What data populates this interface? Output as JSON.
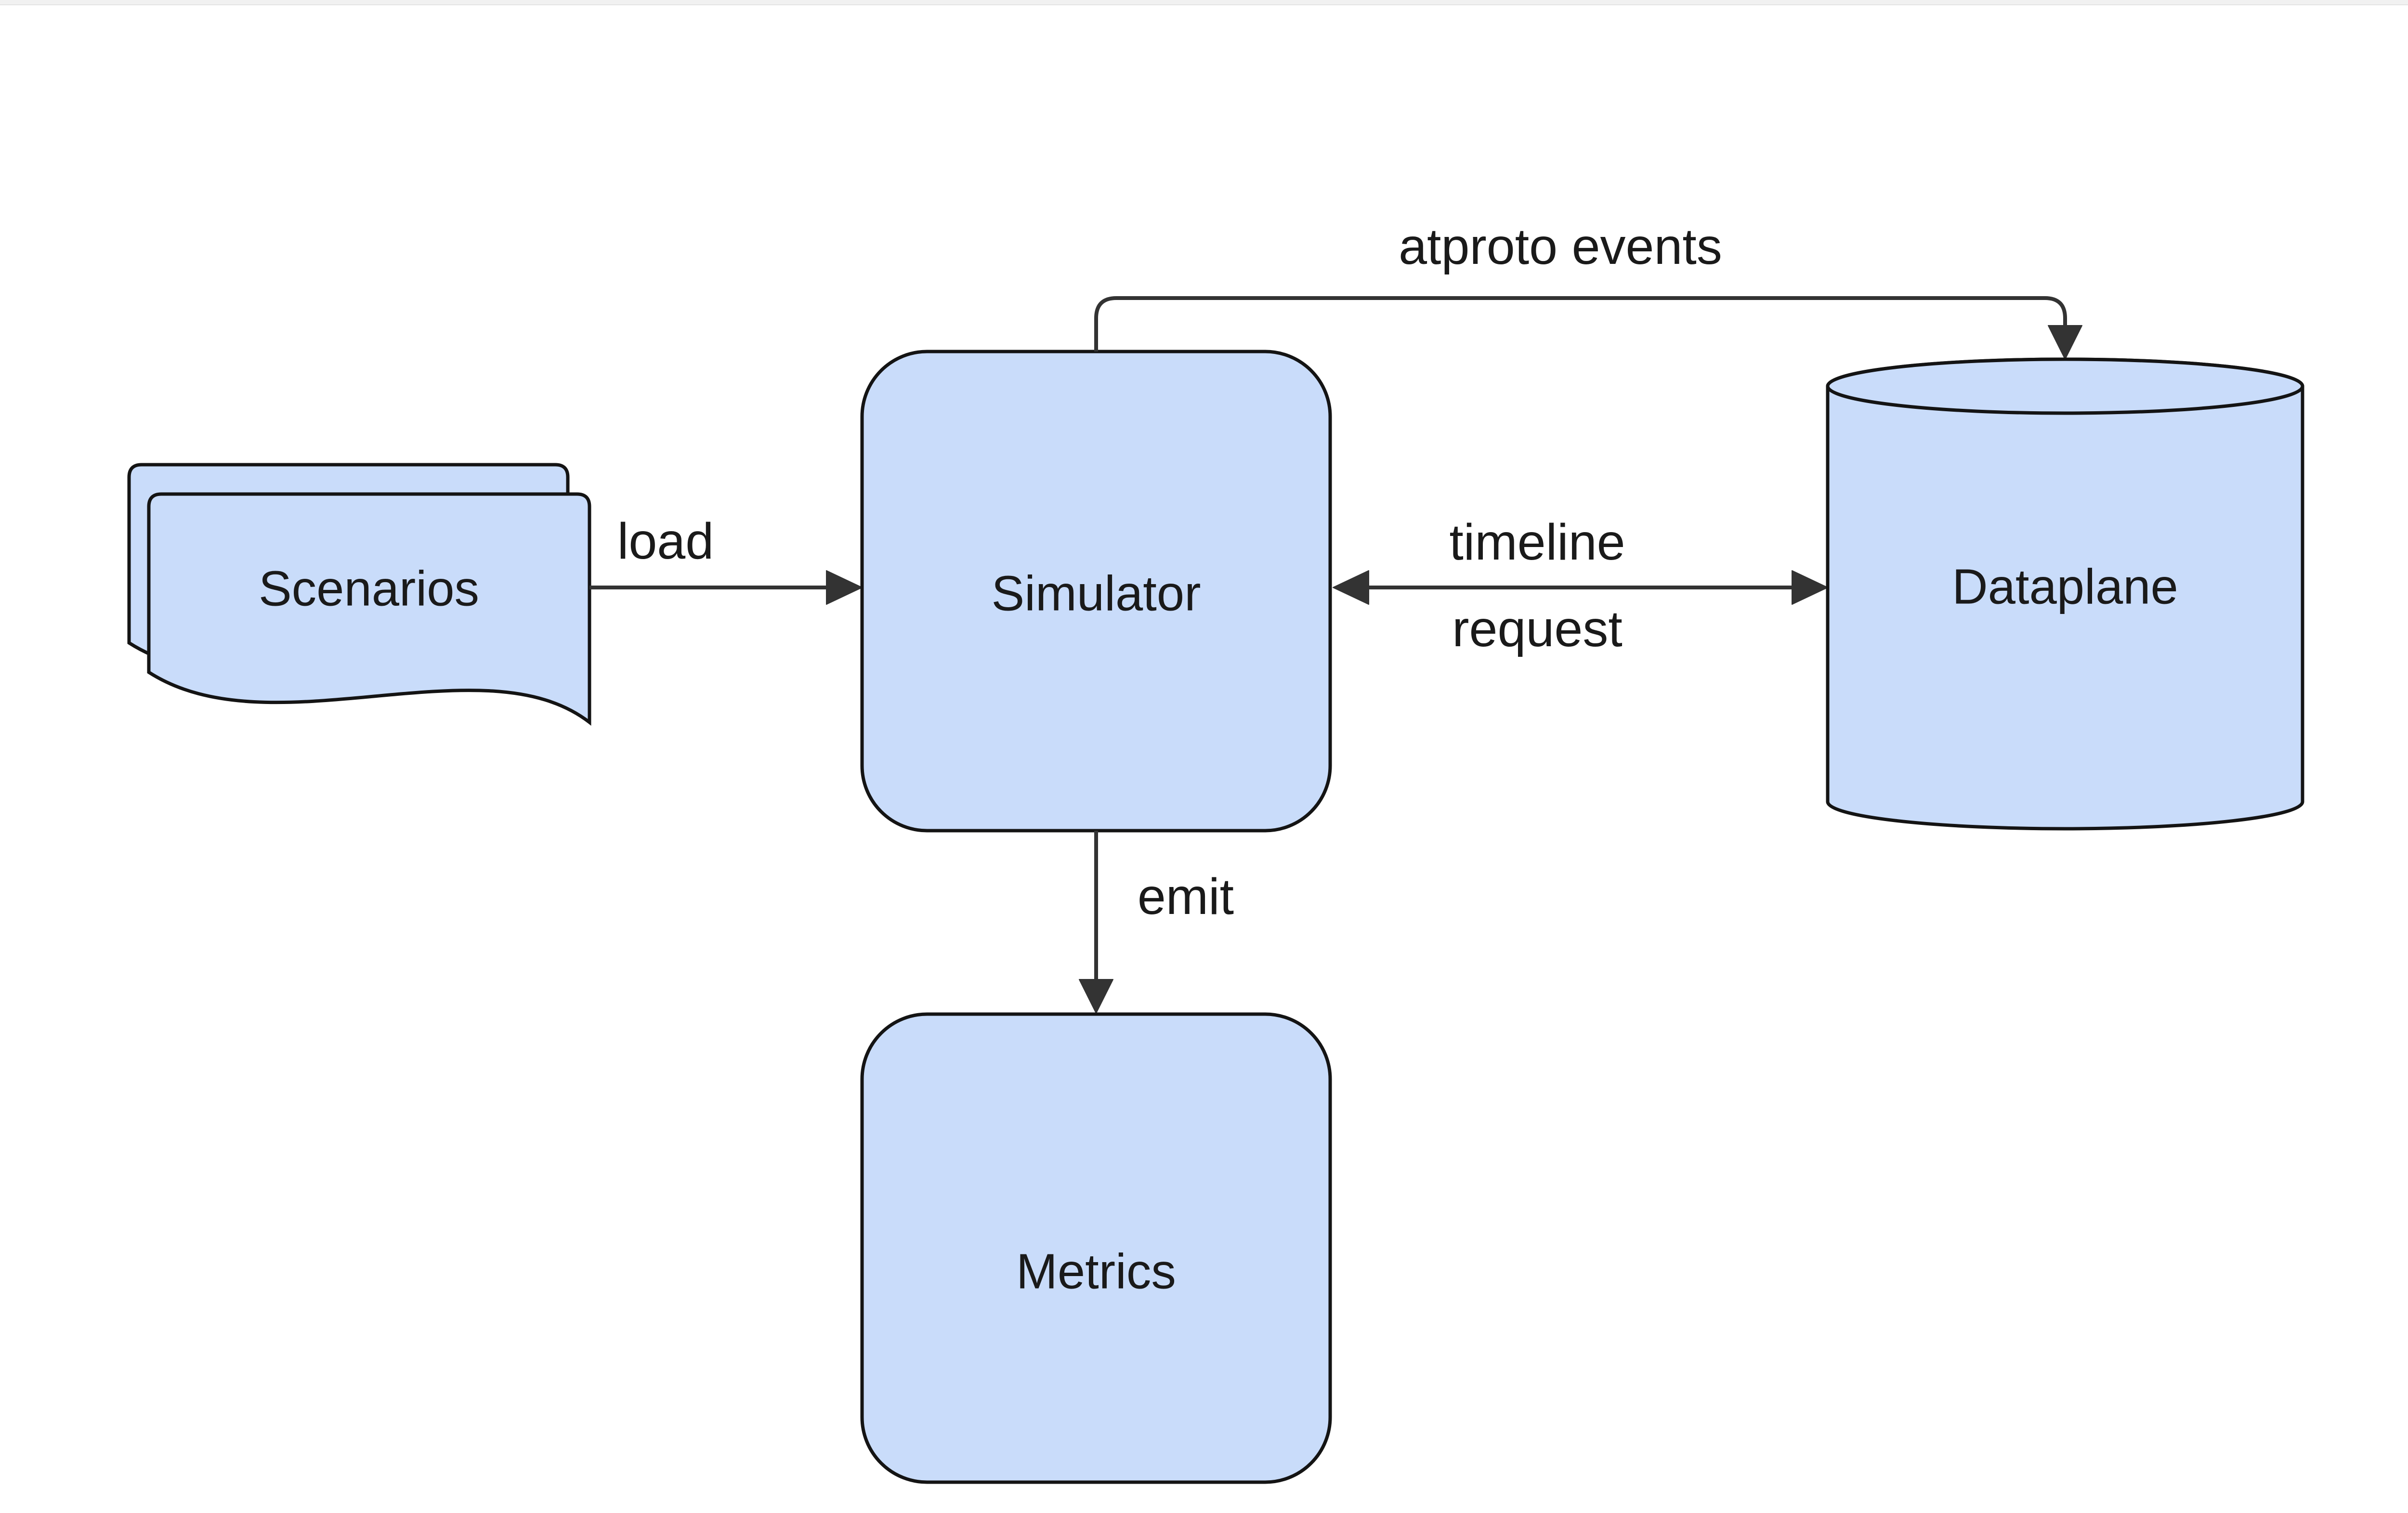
{
  "page": {
    "background_color": "#ffffff",
    "top_bar_color": "#f1f1f1"
  },
  "diagram": {
    "type": "flowchart",
    "direction": "left-to-right",
    "colors": {
      "node_fill": "#c9dcfa",
      "node_stroke": "#141414",
      "edge_stroke": "#333333",
      "label_color": "#1a1a1a"
    },
    "nodes": {
      "scenarios": {
        "label": "Scenarios",
        "shape": "document-stack"
      },
      "simulator": {
        "label": "Simulator",
        "shape": "rounded-rectangle"
      },
      "dataplane": {
        "label": "Dataplane",
        "shape": "cylinder"
      },
      "metrics": {
        "label": "Metrics",
        "shape": "rounded-rectangle"
      }
    },
    "edges": [
      {
        "from": "scenarios",
        "to": "simulator",
        "label": "load",
        "arrow": "forward"
      },
      {
        "from": "simulator",
        "to": "dataplane",
        "label": "atproto events",
        "arrow": "forward",
        "route": "over-top"
      },
      {
        "from": "simulator",
        "to": "dataplane",
        "label_lines": [
          "timeline",
          "request"
        ],
        "arrow": "bidirectional"
      },
      {
        "from": "simulator",
        "to": "metrics",
        "label": "emit",
        "arrow": "forward"
      }
    ]
  }
}
